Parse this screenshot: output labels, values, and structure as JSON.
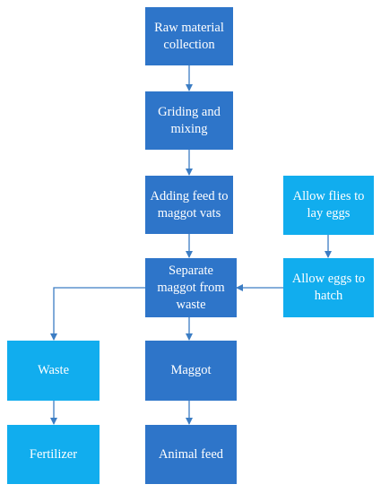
{
  "colors": {
    "dark_box": "#2e75c9",
    "light_box": "#11adee",
    "arrow": "#3c7dc4"
  },
  "nodes": {
    "raw_material": {
      "label": "Raw material collection",
      "color": "dark"
    },
    "griding": {
      "label": "Griding and mixing",
      "color": "dark"
    },
    "adding_feed": {
      "label": "Adding feed to maggot vats",
      "color": "dark"
    },
    "separate": {
      "label": "Separate maggot from waste",
      "color": "dark"
    },
    "maggot": {
      "label": "Maggot",
      "color": "dark"
    },
    "animal_feed": {
      "label": "Animal feed",
      "color": "dark"
    },
    "allow_flies": {
      "label": "Allow flies to lay eggs",
      "color": "light"
    },
    "allow_eggs": {
      "label": "Allow eggs to hatch",
      "color": "light"
    },
    "waste": {
      "label": "Waste",
      "color": "light"
    },
    "fertilizer": {
      "label": "Fertilizer",
      "color": "light"
    }
  },
  "edges": [
    {
      "from": "raw_material",
      "to": "griding"
    },
    {
      "from": "griding",
      "to": "adding_feed"
    },
    {
      "from": "adding_feed",
      "to": "separate"
    },
    {
      "from": "allow_flies",
      "to": "allow_eggs"
    },
    {
      "from": "allow_eggs",
      "to": "separate"
    },
    {
      "from": "separate",
      "to": "maggot"
    },
    {
      "from": "separate",
      "to": "waste"
    },
    {
      "from": "maggot",
      "to": "animal_feed"
    },
    {
      "from": "waste",
      "to": "fertilizer"
    }
  ]
}
